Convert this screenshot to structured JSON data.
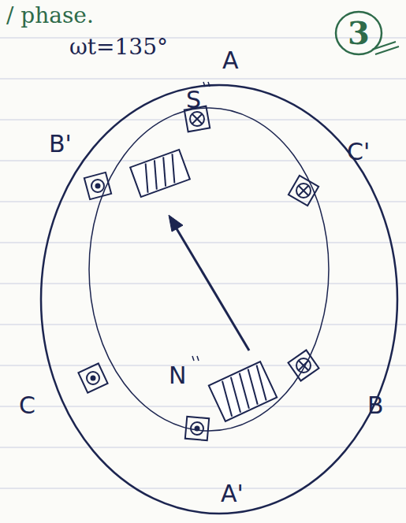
{
  "diagram": {
    "nodes": [
      {
        "text": [
          "3"
        ]
      }
    ],
    "labels": [
      "/ phase.",
      "ωt=135°",
      "A",
      "B'",
      "C'",
      "C",
      "B",
      "A'",
      "S",
      "N"
    ]
  }
}
